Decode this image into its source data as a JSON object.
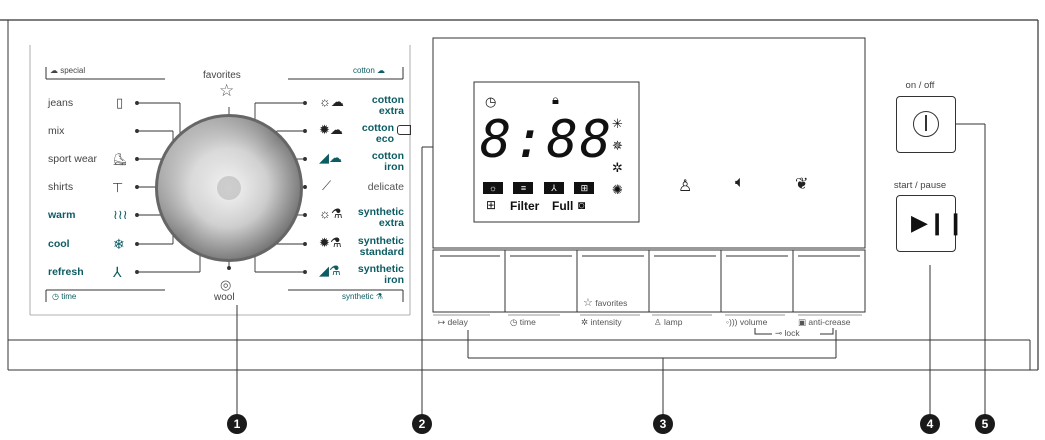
{
  "left_panel": {
    "special_header": "special",
    "time_header": "time",
    "cotton_header": "cotton",
    "synthetic_header": "synthetic",
    "favorites_label": "favorites",
    "wool_label": "wool",
    "left_programs": [
      "jeans",
      "mix",
      "sport wear",
      "shirts",
      "warm",
      "cool",
      "refresh"
    ],
    "right_programs": [
      {
        "line1": "cotton",
        "line2": "extra"
      },
      {
        "line1": "cotton",
        "line2": "eco"
      },
      {
        "line1": "cotton",
        "line2": "iron"
      },
      {
        "line1": "delicate",
        "line2": ""
      },
      {
        "line1": "synthetic",
        "line2": "extra"
      },
      {
        "line1": "synthetic",
        "line2": "standard"
      },
      {
        "line1": "synthetic",
        "line2": "iron"
      }
    ]
  },
  "display": {
    "digits": "8:88",
    "filter_label": "Filter",
    "full_label": "Full"
  },
  "button_labels": {
    "favorites": "favorites",
    "delay": "delay",
    "time": "time",
    "intensity": "intensity",
    "lamp": "lamp",
    "volume": "volume",
    "anti_crease": "anti-crease",
    "lock": "lock"
  },
  "right_panel": {
    "on_off": "on / off",
    "start_pause": "start / pause"
  },
  "callouts": [
    "1",
    "2",
    "3",
    "4",
    "5"
  ],
  "colors": {
    "teal": "#0d5c63",
    "outline": "#333333"
  }
}
